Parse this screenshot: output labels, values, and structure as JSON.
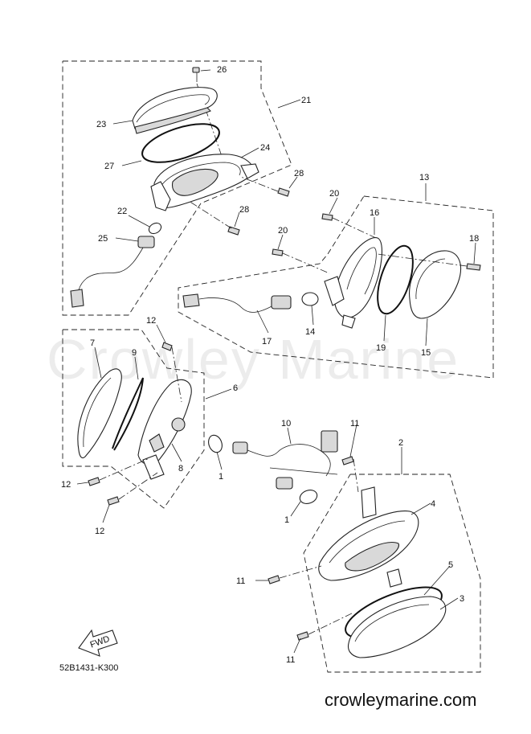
{
  "watermark": "Crowley Marine",
  "diagram_code": "52B1431-K300",
  "site_url": "crowleymarine.com",
  "fwd_label": "FWD",
  "callouts": {
    "c1a": "1",
    "c1b": "1",
    "c2": "2",
    "c3": "3",
    "c4": "4",
    "c5": "5",
    "c6": "6",
    "c7": "7",
    "c8": "8",
    "c9": "9",
    "c10": "10",
    "c11a": "11",
    "c11b": "11",
    "c11c": "11",
    "c12a": "12",
    "c12b": "12",
    "c12c": "12",
    "c13": "13",
    "c14": "14",
    "c15": "15",
    "c16": "16",
    "c17": "17",
    "c18": "18",
    "c19": "19",
    "c20a": "20",
    "c20b": "20",
    "c21": "21",
    "c22": "22",
    "c23": "23",
    "c24": "24",
    "c25": "25",
    "c26": "26",
    "c27": "27",
    "c28a": "28",
    "c28b": "28"
  }
}
